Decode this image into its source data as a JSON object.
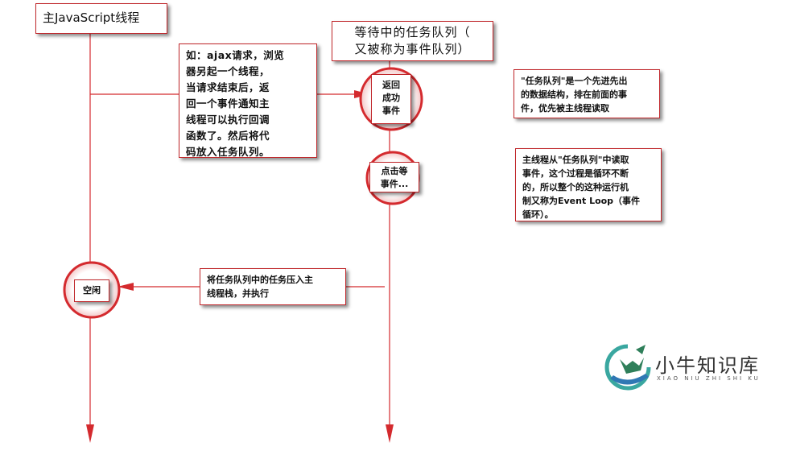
{
  "diagram": {
    "main_thread_title": "主JavaScript线程",
    "queue_title": "等待中的任务队列（\n又被称为事件队列）",
    "ajax_note": "如：ajax请求，浏览\n器另起一个线程，\n当请求结束后，返\n回一个事件通知主\n线程可以执行回调\n函数了。然后将代\n码放入任务队列。",
    "return_event": "返回\n成功\n事件",
    "click_event": "点击等\n事件...",
    "fifo_note": "\"任务队列\"是一个先进先出\n的数据结构，排在前面的事\n件，优先被主线程读取",
    "loop_note": "主线程从\"任务队列\"中读取\n事件，这个过程是循环不断\n的，所以整个的这种运行机\n制又称为Event Loop（事件\n循环）。",
    "push_note": "将任务队列中的任务压入主\n线程栈，并执行",
    "idle_label": "空闲",
    "accent_color": "#d42a2e"
  },
  "watermark": {
    "name": "小牛知识库",
    "pinyin": "XIAO NIU ZHI SHI KU",
    "icon": "bull-logo-icon"
  }
}
